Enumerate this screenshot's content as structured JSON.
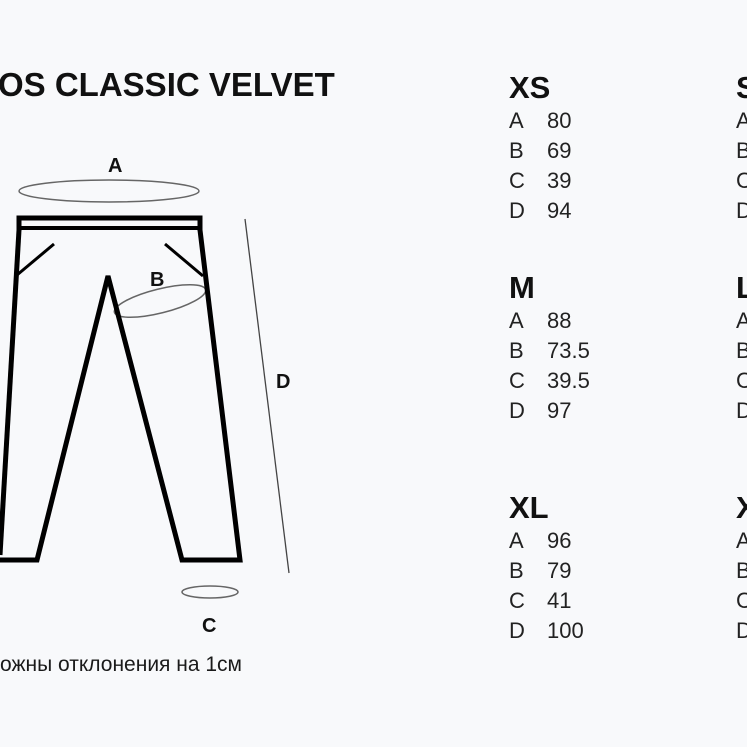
{
  "title": "OS CLASSIC VELVET",
  "note": "ожны отклонения на 1см",
  "diagram": {
    "labels": {
      "a": "A",
      "b": "B",
      "c": "C",
      "d": "D"
    }
  },
  "sizes": [
    {
      "name": "XS",
      "rows": [
        {
          "k": "A",
          "v": "80"
        },
        {
          "k": "B",
          "v": "69"
        },
        {
          "k": "C",
          "v": "39"
        },
        {
          "k": "D",
          "v": "94"
        }
      ]
    },
    {
      "name": "S",
      "rows": [
        {
          "k": "A",
          "v": ""
        },
        {
          "k": "B",
          "v": ""
        },
        {
          "k": "C",
          "v": ""
        },
        {
          "k": "D",
          "v": ""
        }
      ]
    },
    {
      "name": "M",
      "rows": [
        {
          "k": "A",
          "v": "88"
        },
        {
          "k": "B",
          "v": "73.5"
        },
        {
          "k": "C",
          "v": "39.5"
        },
        {
          "k": "D",
          "v": "97"
        }
      ]
    },
    {
      "name": "L",
      "rows": [
        {
          "k": "A",
          "v": ""
        },
        {
          "k": "B",
          "v": ""
        },
        {
          "k": "C",
          "v": ""
        },
        {
          "k": "D",
          "v": ""
        }
      ]
    },
    {
      "name": "XL",
      "rows": [
        {
          "k": "A",
          "v": "96"
        },
        {
          "k": "B",
          "v": "79"
        },
        {
          "k": "C",
          "v": "41"
        },
        {
          "k": "D",
          "v": "100"
        }
      ]
    },
    {
      "name": "X",
      "rows": [
        {
          "k": "A",
          "v": ""
        },
        {
          "k": "B",
          "v": ""
        },
        {
          "k": "C",
          "v": ""
        },
        {
          "k": "D",
          "v": ""
        }
      ]
    }
  ]
}
